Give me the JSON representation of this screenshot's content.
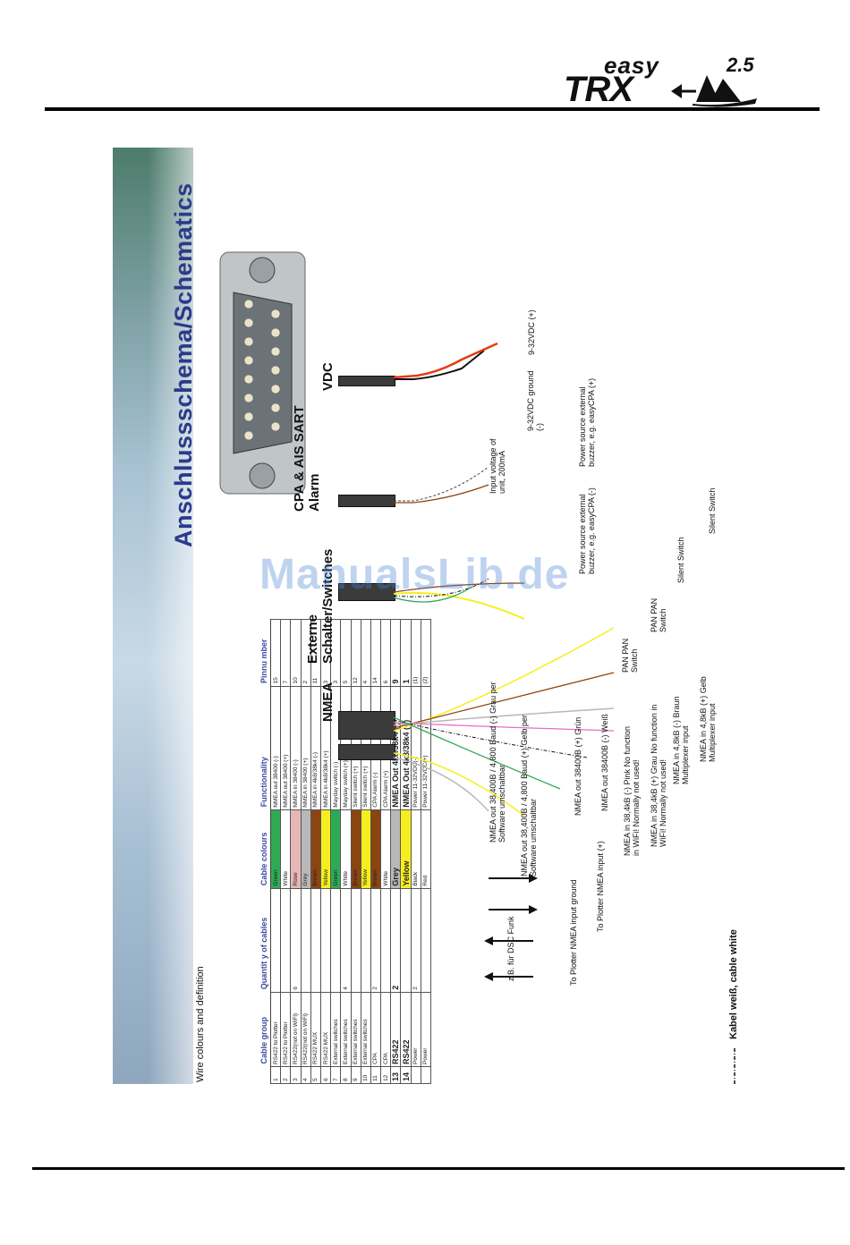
{
  "header": {
    "logo_easy": "easy",
    "logo_version": "2.5",
    "logo_trx": "TRX"
  },
  "diagram": {
    "title": "Anschlussschema/Schematics",
    "table_caption": "Wire colours and definition",
    "table_headers": [
      "",
      "Cable group",
      "Quantit y of cables",
      "Cable colours",
      "Functionality",
      "Pinnu mber"
    ],
    "rows": [
      {
        "no": "1",
        "group": "RS422 to Plotter",
        "qty": "",
        "colour": "Green",
        "color_hex": "#2eaa55",
        "func": "NMEA out 38400 (-)",
        "pin": "15"
      },
      {
        "no": "2",
        "group": "RS422 to Plotter",
        "qty": "",
        "colour": "White",
        "color_hex": "#ffffff",
        "func": "NMEA out 38400 (+)",
        "pin": "7"
      },
      {
        "no": "3",
        "group": "RS422(not on WiFi)",
        "qty": "6",
        "colour": "Rose",
        "color_hex": "#e7b7b5",
        "func": "NMEA in 38400 (-)",
        "pin": "10"
      },
      {
        "no": "4",
        "group": "RS422(not on WiFi)",
        "qty": "",
        "colour": "Grey",
        "color_hex": "#b8b8b8",
        "func": "NMEA in 38400 (+)",
        "pin": "2"
      },
      {
        "no": "5",
        "group": "RS422 MUX",
        "qty": "",
        "colour": "Brown",
        "color_hex": "#8b4513",
        "func": "NMEA in 4k8/38k4 (-)",
        "pin": "11"
      },
      {
        "no": "6",
        "group": "RS422 MUX",
        "qty": "",
        "colour": "Yellow",
        "color_hex": "#f6ee1e",
        "func": "NMEA in 4k8/38k4 (+)",
        "pin": "3"
      },
      {
        "no": "7",
        "group": "External switches",
        "qty": "",
        "colour": "Green",
        "color_hex": "#2eaa55",
        "func": "Mayday switch (-)",
        "pin": "3"
      },
      {
        "no": "8",
        "group": "External switches",
        "qty": "4",
        "colour": "White",
        "color_hex": "#ffffff",
        "func": "Mayday switch (+)",
        "pin": "5"
      },
      {
        "no": "9",
        "group": "External switches",
        "qty": "",
        "colour": "Brown",
        "color_hex": "#8b4513",
        "func": "Silent switch (+)",
        "pin": "12"
      },
      {
        "no": "10",
        "group": "External switches",
        "qty": "",
        "colour": "Yellow",
        "color_hex": "#f6ee1e",
        "func": "Silent switch (+)",
        "pin": "4"
      },
      {
        "no": "11",
        "group": "CPA",
        "qty": "2",
        "colour": "Brown",
        "color_hex": "#8b4513",
        "func": "CPA Alarm (-)",
        "pin": "14"
      },
      {
        "no": "12",
        "group": "CPA",
        "qty": "",
        "colour": "White",
        "color_hex": "#ffffff",
        "func": "CPA Alarm (+)",
        "pin": "6"
      },
      {
        "no": "13",
        "group": "RS422",
        "qty": "2",
        "colour": "Grey",
        "color_hex": "#b8b8b8",
        "func": "NMEA Out 4k8/38k4 (-)",
        "pin": "9"
      },
      {
        "no": "14",
        "group": "RS422",
        "qty": "",
        "colour": "Yellow",
        "color_hex": "#f6ee1e",
        "func": "NMEA Out 4k8/38k4 (+)",
        "pin": "1"
      },
      {
        "no": "",
        "group": "Power",
        "qty": "2",
        "colour": "Black",
        "color_hex": "#ffffff",
        "func": "Power 11-32VDC(-)",
        "pin": "(1)"
      },
      {
        "no": "",
        "group": "Power",
        "qty": "",
        "colour": "Red",
        "color_hex": "#ffffff",
        "func": "Power 11-32VDC(+)",
        "pin": "(2)"
      }
    ],
    "connectors": {
      "vdc": "VDC",
      "cpa": "CPA & AIS SART Alarm",
      "switches": "Externe Schalter/Switches",
      "nmea": "NMEA"
    },
    "labels": {
      "vdc_plus": "9-32VDC (+)",
      "vdc_ground": "9-32VDC ground (-)",
      "cpa_input": "Input voltage of unit, 200mA",
      "cpa_power_top": "Power source external buzzer, e.g. easyCPA (+)",
      "cpa_power_bottom": "Power source external buzzer, e.g. easyCPA (-)",
      "panpan1": "PAN PAN Switch",
      "panpan2": "PAN PAN Switch",
      "silent1": "Silent Switch",
      "silent2": "Silent Switch",
      "nmea_grau": "NMEA out 38,400B / 4,800 Baud (-) Grau per Software umschaltbar",
      "nmea_gelb": "NMEA out 38,400B / 4,800 Baud (+) Gelb per Software umschaltbar",
      "nmea_gruen": "NMEA out 38400B (+) Grün",
      "nmea_weiss": "NMEA out 38400B (-) Weiß",
      "nmea_pink": "NMEA in 38,4kB (-) Pink No function in WiFi! Normally not used!",
      "nmea_grau2": "NMEA in 38,4kB (+) Grau No function in WiFi! Normally not used!",
      "nmea_braun": "NMEA in 4,8kB (-) Braun Multiplexer input",
      "nmea_gelb2": "NMEA in 4,8kB (+) Gelb Multiplexer input",
      "dsc": "z.B. für DSC Funk",
      "plotter_ground": "To Plotter NMEA input ground",
      "plotter_input": "To Plotter NMEA input (+)",
      "legend": "Kabel weiß, cable white"
    }
  },
  "watermark": "ManualsLib.de"
}
